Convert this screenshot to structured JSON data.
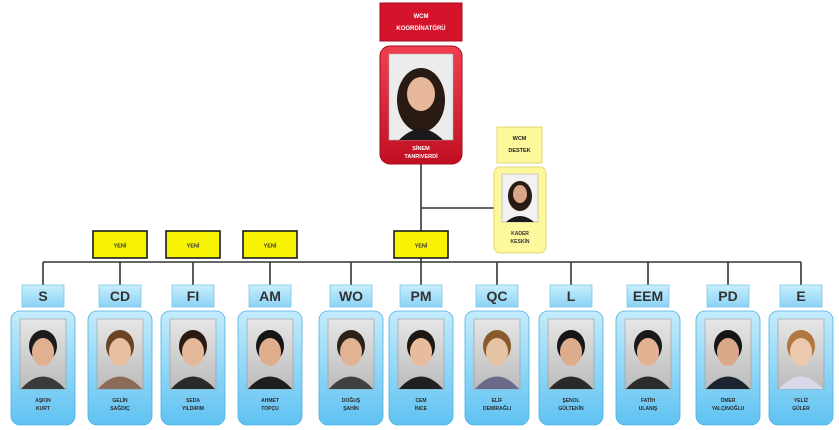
{
  "head": {
    "title_line1": "WCM",
    "title_line2": "KOORDİNATÖRÜ",
    "name_line1": "SİNEM",
    "name_line2": "TANRIVERDİ"
  },
  "support": {
    "title_line1": "WCM",
    "title_line2": "DESTEK",
    "name_line1": "KADER",
    "name_line2": "KESKİN"
  },
  "members": [
    {
      "code": "S",
      "name_line1": "AŞKIN",
      "name_line2": "KURT",
      "yeni": ""
    },
    {
      "code": "CD",
      "name_line1": "GELİN",
      "name_line2": "SAĞDIÇ",
      "yeni": "YENİ"
    },
    {
      "code": "FI",
      "name_line1": "SEDA",
      "name_line2": "YILDIRIM",
      "yeni": "YENİ"
    },
    {
      "code": "AM",
      "name_line1": "AHMET",
      "name_line2": "TOPÇU",
      "yeni": "YENİ"
    },
    {
      "code": "WO",
      "name_line1": "DOĞUŞ",
      "name_line2": "ŞAHİN",
      "yeni": ""
    },
    {
      "code": "PM",
      "name_line1": "CEM",
      "name_line2": "İNCE",
      "yeni": "YENİ"
    },
    {
      "code": "QC",
      "name_line1": "ELİF",
      "name_line2": "DEMİRAĞLI",
      "yeni": ""
    },
    {
      "code": "L",
      "name_line1": "ŞENOL",
      "name_line2": "GÜLTEKİN",
      "yeni": ""
    },
    {
      "code": "EEM",
      "name_line1": "FATİH",
      "name_line2": "ULANIŞ",
      "yeni": ""
    },
    {
      "code": "PD",
      "name_line1": "ÖMER",
      "name_line2": "YALÇINOĞLU",
      "yeni": ""
    },
    {
      "code": "E",
      "name_line1": "YELİZ",
      "name_line2": "GÜLER",
      "yeni": ""
    }
  ],
  "colors": {
    "red": "#d5132a",
    "yellow_box": "#fdf89b",
    "yeni_box": "#f7f302",
    "code_box": "#9edcf7",
    "member_box": "#86d1f5",
    "connector": "#333333"
  }
}
